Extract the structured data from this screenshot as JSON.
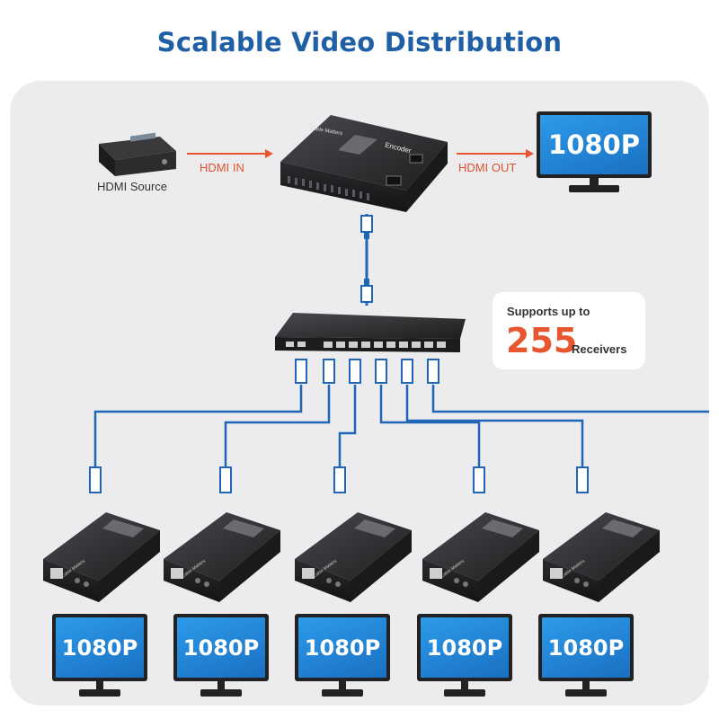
{
  "title": "Scalable Video Distribution",
  "source": {
    "label": "HDMI Source"
  },
  "links": {
    "hdmi_in": "HDMI IN",
    "hdmi_out": "HDMI OUT"
  },
  "encoder": {
    "brand": "Cable Matters",
    "label": "Encoder"
  },
  "top_monitor": {
    "resolution": "1080P"
  },
  "callout": {
    "line1": "Supports up to",
    "count": "255",
    "unit": "Receivers"
  },
  "receivers": [
    {
      "brand": "Cable Matters",
      "resolution": "1080P"
    },
    {
      "brand": "Cable Matters",
      "resolution": "1080P"
    },
    {
      "brand": "Cable Matters",
      "resolution": "1080P"
    },
    {
      "brand": "Cable Matters",
      "resolution": "1080P"
    },
    {
      "brand": "Cable Matters",
      "resolution": "1080P"
    }
  ],
  "colors": {
    "title": "#1f5fa5",
    "accent": "#e8562f",
    "cable": "#1f66b8",
    "screen": "#2d8ae0",
    "device": "#2a2a2c"
  }
}
